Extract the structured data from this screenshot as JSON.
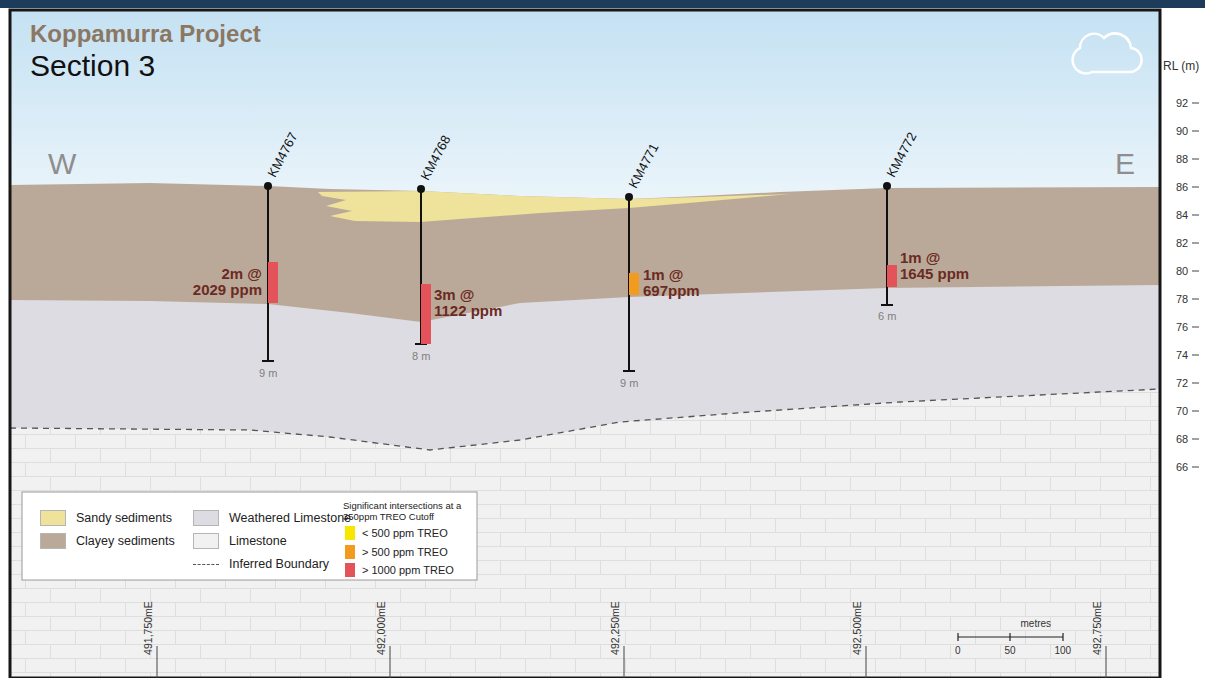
{
  "diagram": {
    "title": "Koppamurra Project",
    "labels": [
      "Section 3",
      "W",
      "E",
      "KM4767",
      "KM4768",
      "KM4771",
      "KM4772",
      "2m @ 2029 ppm",
      "3m @ 1122 ppm",
      "1m @ 697ppm",
      "1m @ 1645 ppm",
      "9 m",
      "8 m",
      "9 m",
      "6 m",
      "RL (m)",
      "92",
      "90",
      "88",
      "86",
      "84",
      "82",
      "80",
      "78",
      "76",
      "74",
      "72",
      "70",
      "68",
      "66",
      "491,750mE",
      "492,000mE",
      "492,250mE",
      "492,500mE",
      "492,750mE",
      "metres",
      "0",
      "50",
      "100",
      "Significant intersections at a 350ppm TREO Cutoff"
    ],
    "legend": [
      {
        "text": "Sandy sediments",
        "color": "#efe29a"
      },
      {
        "text": "Clayey sediments",
        "color": "#baa998"
      },
      {
        "text": "Weathered Limestone",
        "color": "#dddce3"
      },
      {
        "text": "Limestone",
        "color": "#f1f1f1"
      },
      {
        "text": "Inferred Boundary"
      },
      {
        "text": "< 500 ppm TREO",
        "color": "#f6e600"
      },
      {
        "text": "> 500 ppm TREO",
        "color": "#f29b1f"
      },
      {
        "text": "> 1000 ppm TREO",
        "color": "#e5535a"
      }
    ]
  }
}
